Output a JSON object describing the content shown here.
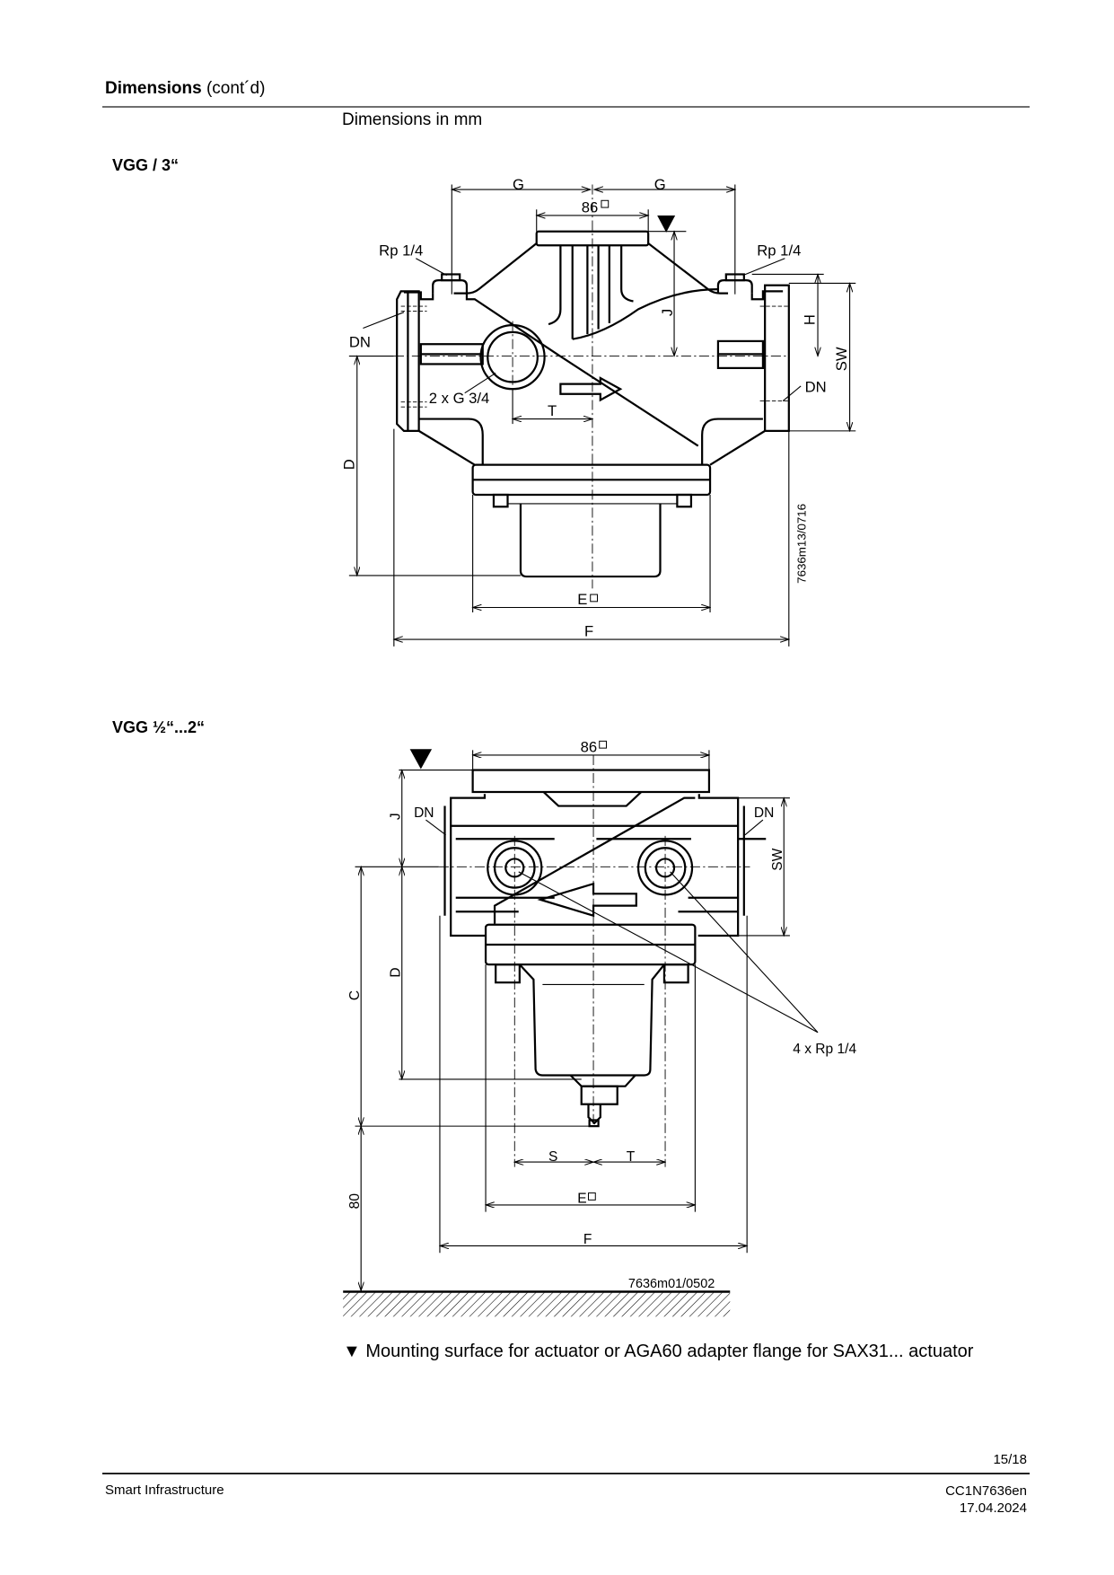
{
  "header": {
    "title_bold": "Dimensions",
    "title_rest": " (cont´d)",
    "units_note": "Dimensions in mm"
  },
  "drawing_vgg3": {
    "section_title": "VGG / 3“",
    "labels": {
      "g_left": "G",
      "g_right": "G",
      "flange_86": "86",
      "rp_left": "Rp 1/4",
      "rp_right": "Rp 1/4",
      "dn_left": "DN",
      "dn_right": "DN",
      "j": "J",
      "h": "H",
      "sw": "SW",
      "g34": "2 x G 3/4",
      "t": "T",
      "d": "D",
      "e": "E",
      "f": "F"
    },
    "drawing_code": "7636m13/0716"
  },
  "drawing_vgg_half_2": {
    "section_title": "VGG ½“...2“",
    "labels": {
      "flange_86": "86",
      "j": "J",
      "dn_left": "DN",
      "dn_right": "DN",
      "sw": "SW",
      "c": "C",
      "d": "D",
      "rp": "4 x Rp 1/4",
      "s": "S",
      "t": "T",
      "e": "E",
      "f": "F",
      "dim_80": "80"
    },
    "drawing_code": "7636m01/0502"
  },
  "legend": {
    "symbol": "▼",
    "text": " Mounting surface for actuator or AGA60 adapter flange for SAX31... actuator"
  },
  "footer": {
    "page": "15/18",
    "company": "Smart Infrastructure",
    "doc_id": "CC1N7636en",
    "date": "17.04.2024"
  }
}
